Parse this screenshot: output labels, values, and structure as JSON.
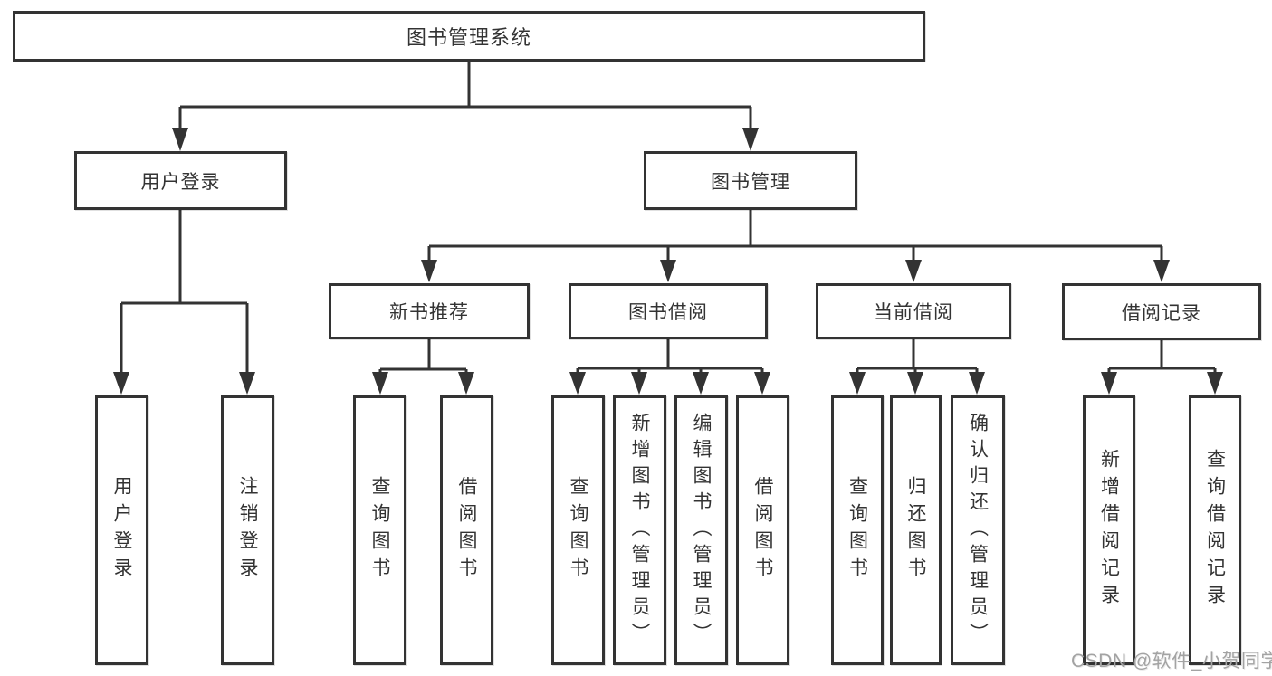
{
  "diagram": {
    "root": {
      "label": "图书管理系统"
    },
    "login_branch": {
      "label": "用户登录",
      "children": [
        {
          "label": "用户登录"
        },
        {
          "label": "注销登录"
        }
      ]
    },
    "mgmt_branch": {
      "label": "图书管理",
      "groups": [
        {
          "label": "新书推荐",
          "children": [
            {
              "label": "查询图书"
            },
            {
              "label": "借阅图书"
            }
          ]
        },
        {
          "label": "图书借阅",
          "children": [
            {
              "label": "查询图书"
            },
            {
              "label": "新增图书（管理员）"
            },
            {
              "label": "编辑图书（管理员）"
            },
            {
              "label": "借阅图书"
            }
          ]
        },
        {
          "label": "当前借阅",
          "children": [
            {
              "label": "查询图书"
            },
            {
              "label": "归还图书"
            },
            {
              "label": "确认归还（管理员）"
            }
          ]
        },
        {
          "label": "借阅记录",
          "children": [
            {
              "label": "新增借阅记录"
            },
            {
              "label": "查询借阅记录"
            }
          ]
        }
      ]
    },
    "watermark": "CSDN @软件_小贺同学",
    "colors": {
      "line": "#333333",
      "text": "#333333",
      "watermark": "#a3a3a3",
      "background": "#ffffff"
    }
  }
}
